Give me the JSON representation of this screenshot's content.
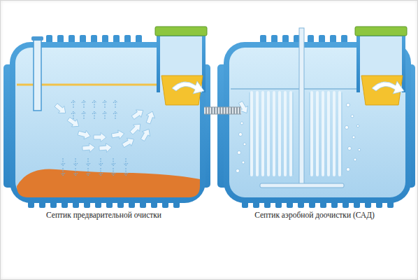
{
  "diagram": {
    "nodes": [
      {
        "text": [
          "Септик предварительной очистки"
        ]
      },
      {
        "text": [
          "Септик аэробной доочистки (САД)"
        ]
      }
    ],
    "edges": [
      {
        "from": 0,
        "to": 1,
        "arrow": "none"
      }
    ]
  }
}
